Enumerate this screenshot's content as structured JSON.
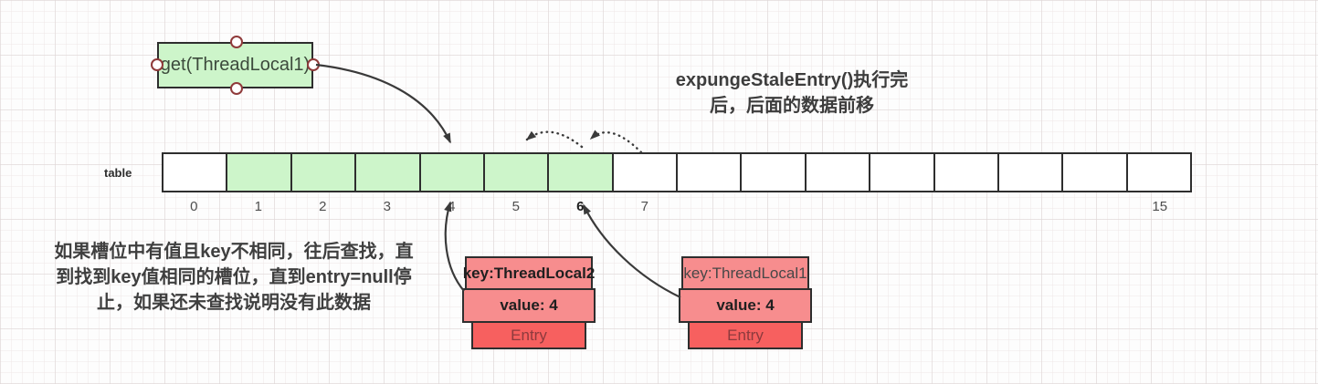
{
  "title": {
    "line1": "expungeStaleEntry()执行完",
    "line2": "后，后面的数据前移"
  },
  "get_box": {
    "label": "get(ThreadLocal1)"
  },
  "table": {
    "label": "table",
    "cells": [
      {
        "index": "0",
        "green": false,
        "bold": false
      },
      {
        "index": "1",
        "green": true,
        "bold": false
      },
      {
        "index": "2",
        "green": true,
        "bold": false
      },
      {
        "index": "3",
        "green": true,
        "bold": false
      },
      {
        "index": "4",
        "green": true,
        "bold": false
      },
      {
        "index": "5",
        "green": true,
        "bold": false
      },
      {
        "index": "6",
        "green": true,
        "bold": true
      },
      {
        "index": "7",
        "green": false,
        "bold": false
      },
      {
        "index": "",
        "green": false,
        "bold": false
      },
      {
        "index": "",
        "green": false,
        "bold": false
      },
      {
        "index": "",
        "green": false,
        "bold": false
      },
      {
        "index": "",
        "green": false,
        "bold": false
      },
      {
        "index": "",
        "green": false,
        "bold": false
      },
      {
        "index": "",
        "green": false,
        "bold": false
      },
      {
        "index": "",
        "green": false,
        "bold": false
      },
      {
        "index": "15",
        "green": false,
        "bold": false
      }
    ]
  },
  "note": {
    "line1": "如果槽位中有值且key不相同，往后查找，直",
    "line2": "到找到key值相同的槽位，直到entry=null停",
    "line3": "止，如果还未查找说明没有此数据"
  },
  "entries": [
    {
      "key": "key:ThreadLocal2",
      "value": "value: 4",
      "label": "Entry"
    },
    {
      "key": "key:ThreadLocal1",
      "value": "value: 4",
      "label": "Entry"
    }
  ],
  "colors": {
    "green_fill": "#cdf5ca",
    "dark_stroke": "#2e2e2e",
    "pink_fill": "#f78d8e",
    "red_fill": "#f7605f",
    "entry_text": "#8d3a3d",
    "handle_stroke": "#8f3a3a",
    "arrow_stroke": "#3a3a3a"
  }
}
